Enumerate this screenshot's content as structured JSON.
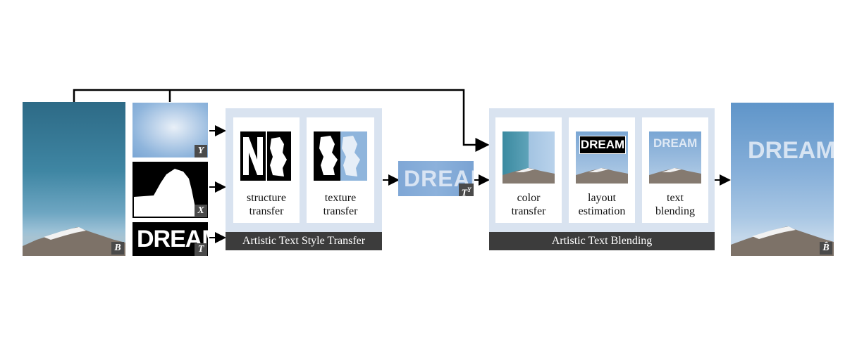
{
  "inputs": {
    "background_tag": "B",
    "style_tag": "Y",
    "mask_tag": "X",
    "text_tag": "T",
    "text_word": "DREAM"
  },
  "style_transfer": {
    "steps": [
      {
        "label": "structure\ntransfer"
      },
      {
        "label": "texture\ntransfer"
      }
    ],
    "banner": "Artistic Text Style Transfer"
  },
  "stylized": {
    "tag": "T",
    "tag_sup": "Y",
    "word": "DREAM"
  },
  "blending": {
    "steps": [
      {
        "label": "color\ntransfer"
      },
      {
        "label": "layout\nestimation",
        "box_word": "DREAM"
      },
      {
        "label": "text\nblending",
        "overlay_word": "DREAM"
      }
    ],
    "banner": "Artistic Text Blending"
  },
  "output": {
    "tag": "B̂",
    "word": "DREAM"
  },
  "colors": {
    "panel": "#d9e3f0",
    "banner": "#3c3c3c",
    "arrow": "#000000"
  }
}
